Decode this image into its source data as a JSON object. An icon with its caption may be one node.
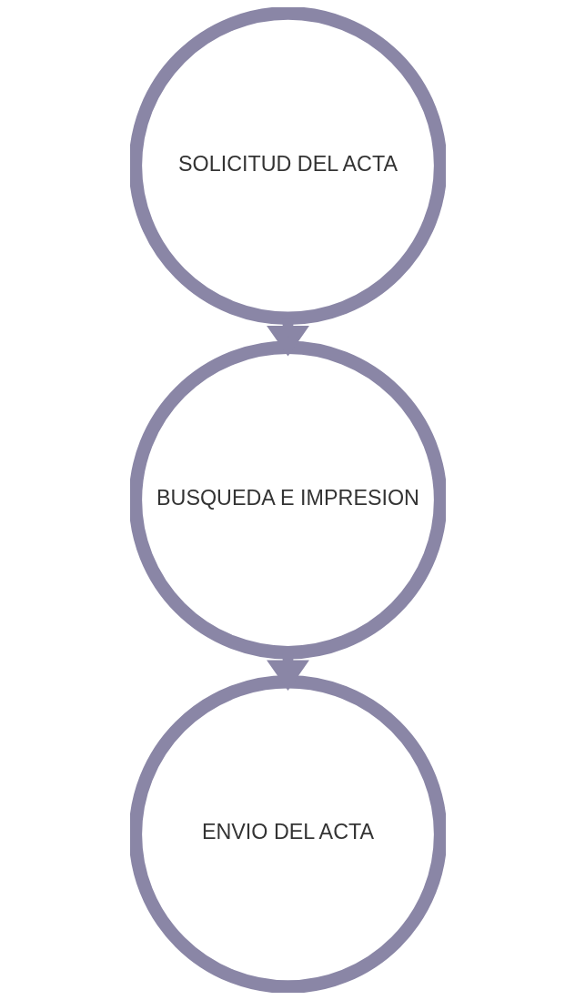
{
  "diagram": {
    "nodes": [
      {
        "text": [
          "SOLICITUD DEL ACTA"
        ]
      },
      {
        "text": [
          "BUSQUEDA E IMPRESION"
        ]
      },
      {
        "text": [
          "ENVIO DEL ACTA"
        ]
      }
    ],
    "edges": [
      {
        "from": 0,
        "to": 1,
        "arrow": "to"
      },
      {
        "from": 1,
        "to": 2,
        "arrow": "to"
      }
    ]
  }
}
